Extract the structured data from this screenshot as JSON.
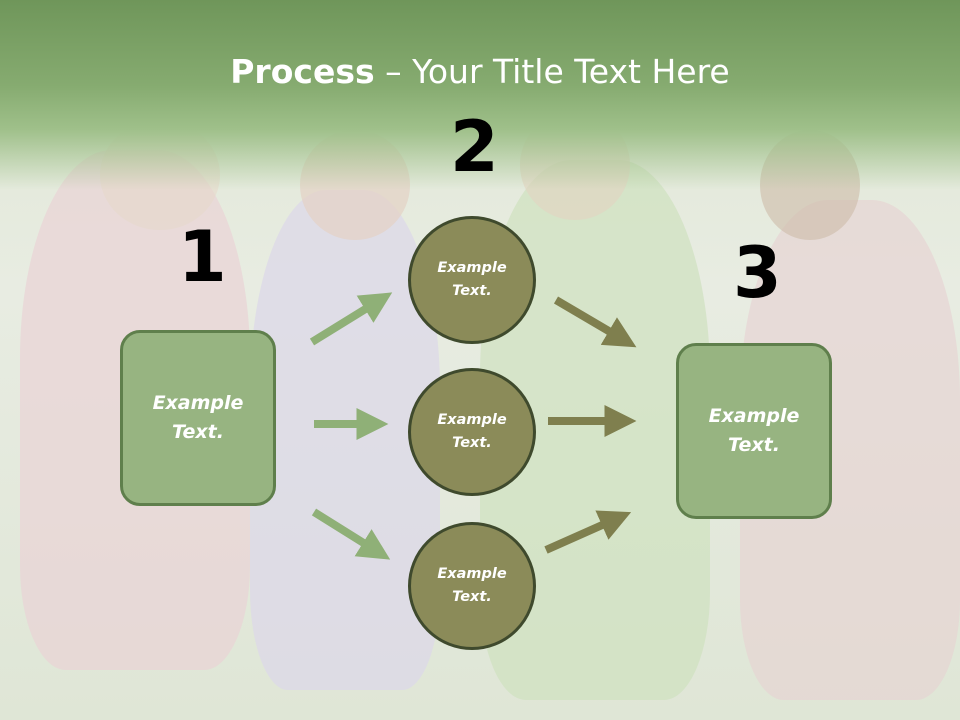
{
  "title": {
    "bold": "Process",
    "rest": " – Your Title Text Here"
  },
  "steps": [
    {
      "number": "1"
    },
    {
      "number": "2"
    },
    {
      "number": "3"
    }
  ],
  "left_box": {
    "text": "Example Text."
  },
  "circles": [
    {
      "text": "Example Text."
    },
    {
      "text": "Example Text."
    },
    {
      "text": "Example Text."
    }
  ],
  "right_box": {
    "text": "Example Text."
  },
  "colors": {
    "header": "#7ea267",
    "box_fill": "#97b481",
    "box_border": "#5f7f4c",
    "circle_fill": "#8b8b59",
    "circle_border": "#3f4a2d",
    "arrow_left": "#8fb077",
    "arrow_right": "#7f7f4e"
  }
}
